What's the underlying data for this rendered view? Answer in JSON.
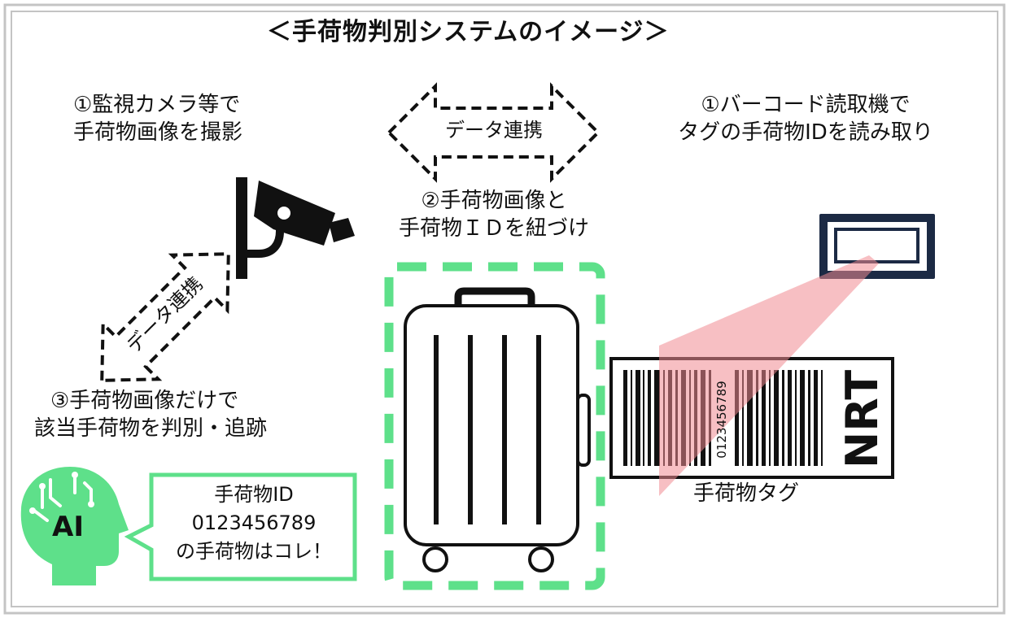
{
  "title": "＜手荷物判別システムのイメージ＞",
  "steps": {
    "camera": [
      "①監視カメラ等で",
      "手荷物画像を撮影"
    ],
    "barcode": [
      "①バーコード読取機で",
      "タグの手荷物IDを読み取り"
    ],
    "link": [
      "②手荷物画像と",
      "手荷物ＩＤを紐づけ"
    ],
    "identify": [
      "③手荷物画像だけで",
      "該当手荷物を判別・追跡"
    ]
  },
  "arrows": {
    "top_label": "データ連携",
    "diagonal_label": "データ連携"
  },
  "ai": {
    "badge": "AI",
    "speech": [
      "手荷物ID",
      "0123456789",
      "の手荷物はコレ！"
    ]
  },
  "tag": {
    "caption": "手荷物タグ",
    "number": "0123456789",
    "airport_code": "NRT"
  },
  "icons": {
    "camera": "security-camera-icon",
    "suitcase": "suitcase-icon",
    "scanner": "barcode-scanner-icon",
    "ai_head": "ai-head-icon",
    "barcode": "barcode-icon"
  },
  "colors": {
    "frame": "#bbbbbb",
    "green": "#5ee08a",
    "scanner": "#1c2a44",
    "beam": "#f08a92",
    "ink": "#111111"
  }
}
